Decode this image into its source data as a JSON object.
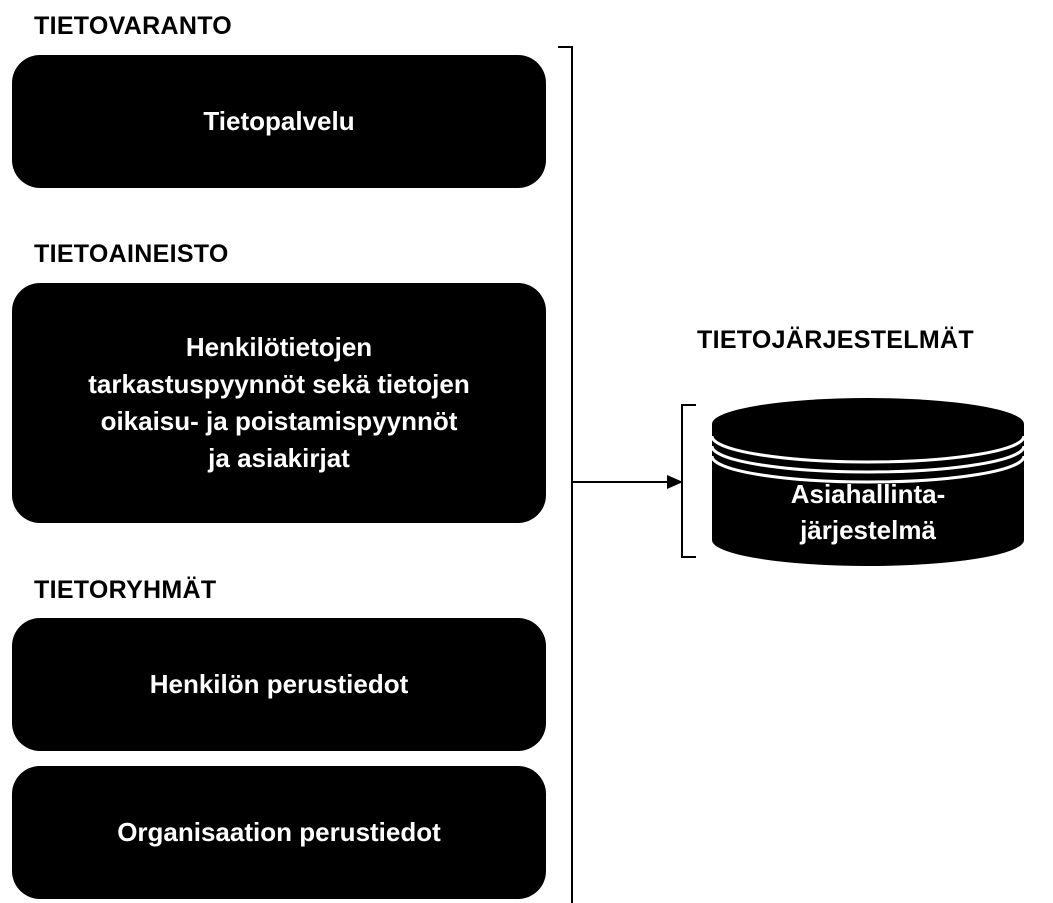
{
  "sections": {
    "tietovaranto": {
      "heading": "TIETOVARANTO",
      "boxes": [
        "Tietopalvelu"
      ]
    },
    "tietoaineisto": {
      "heading": "TIETOAINEISTO",
      "boxes": [
        "Henkilötietojen\ntarkastuspyynnöt sekä tietojen\noikaisu- ja poistamispyynnöt\nja asiakirjat"
      ]
    },
    "tietoryhmat": {
      "heading": "TIETORYHMÄT",
      "boxes": [
        "Henkilön perustiedot",
        "Organisaation perustiedot"
      ]
    }
  },
  "systems": {
    "heading": "TIETOJÄRJESTELMÄT",
    "database_label": "Asiahallinta-\njärjestelmä"
  },
  "colors": {
    "box_fill": "#000000",
    "box_text": "#ffffff",
    "line": "#000000",
    "background": "#ffffff"
  }
}
